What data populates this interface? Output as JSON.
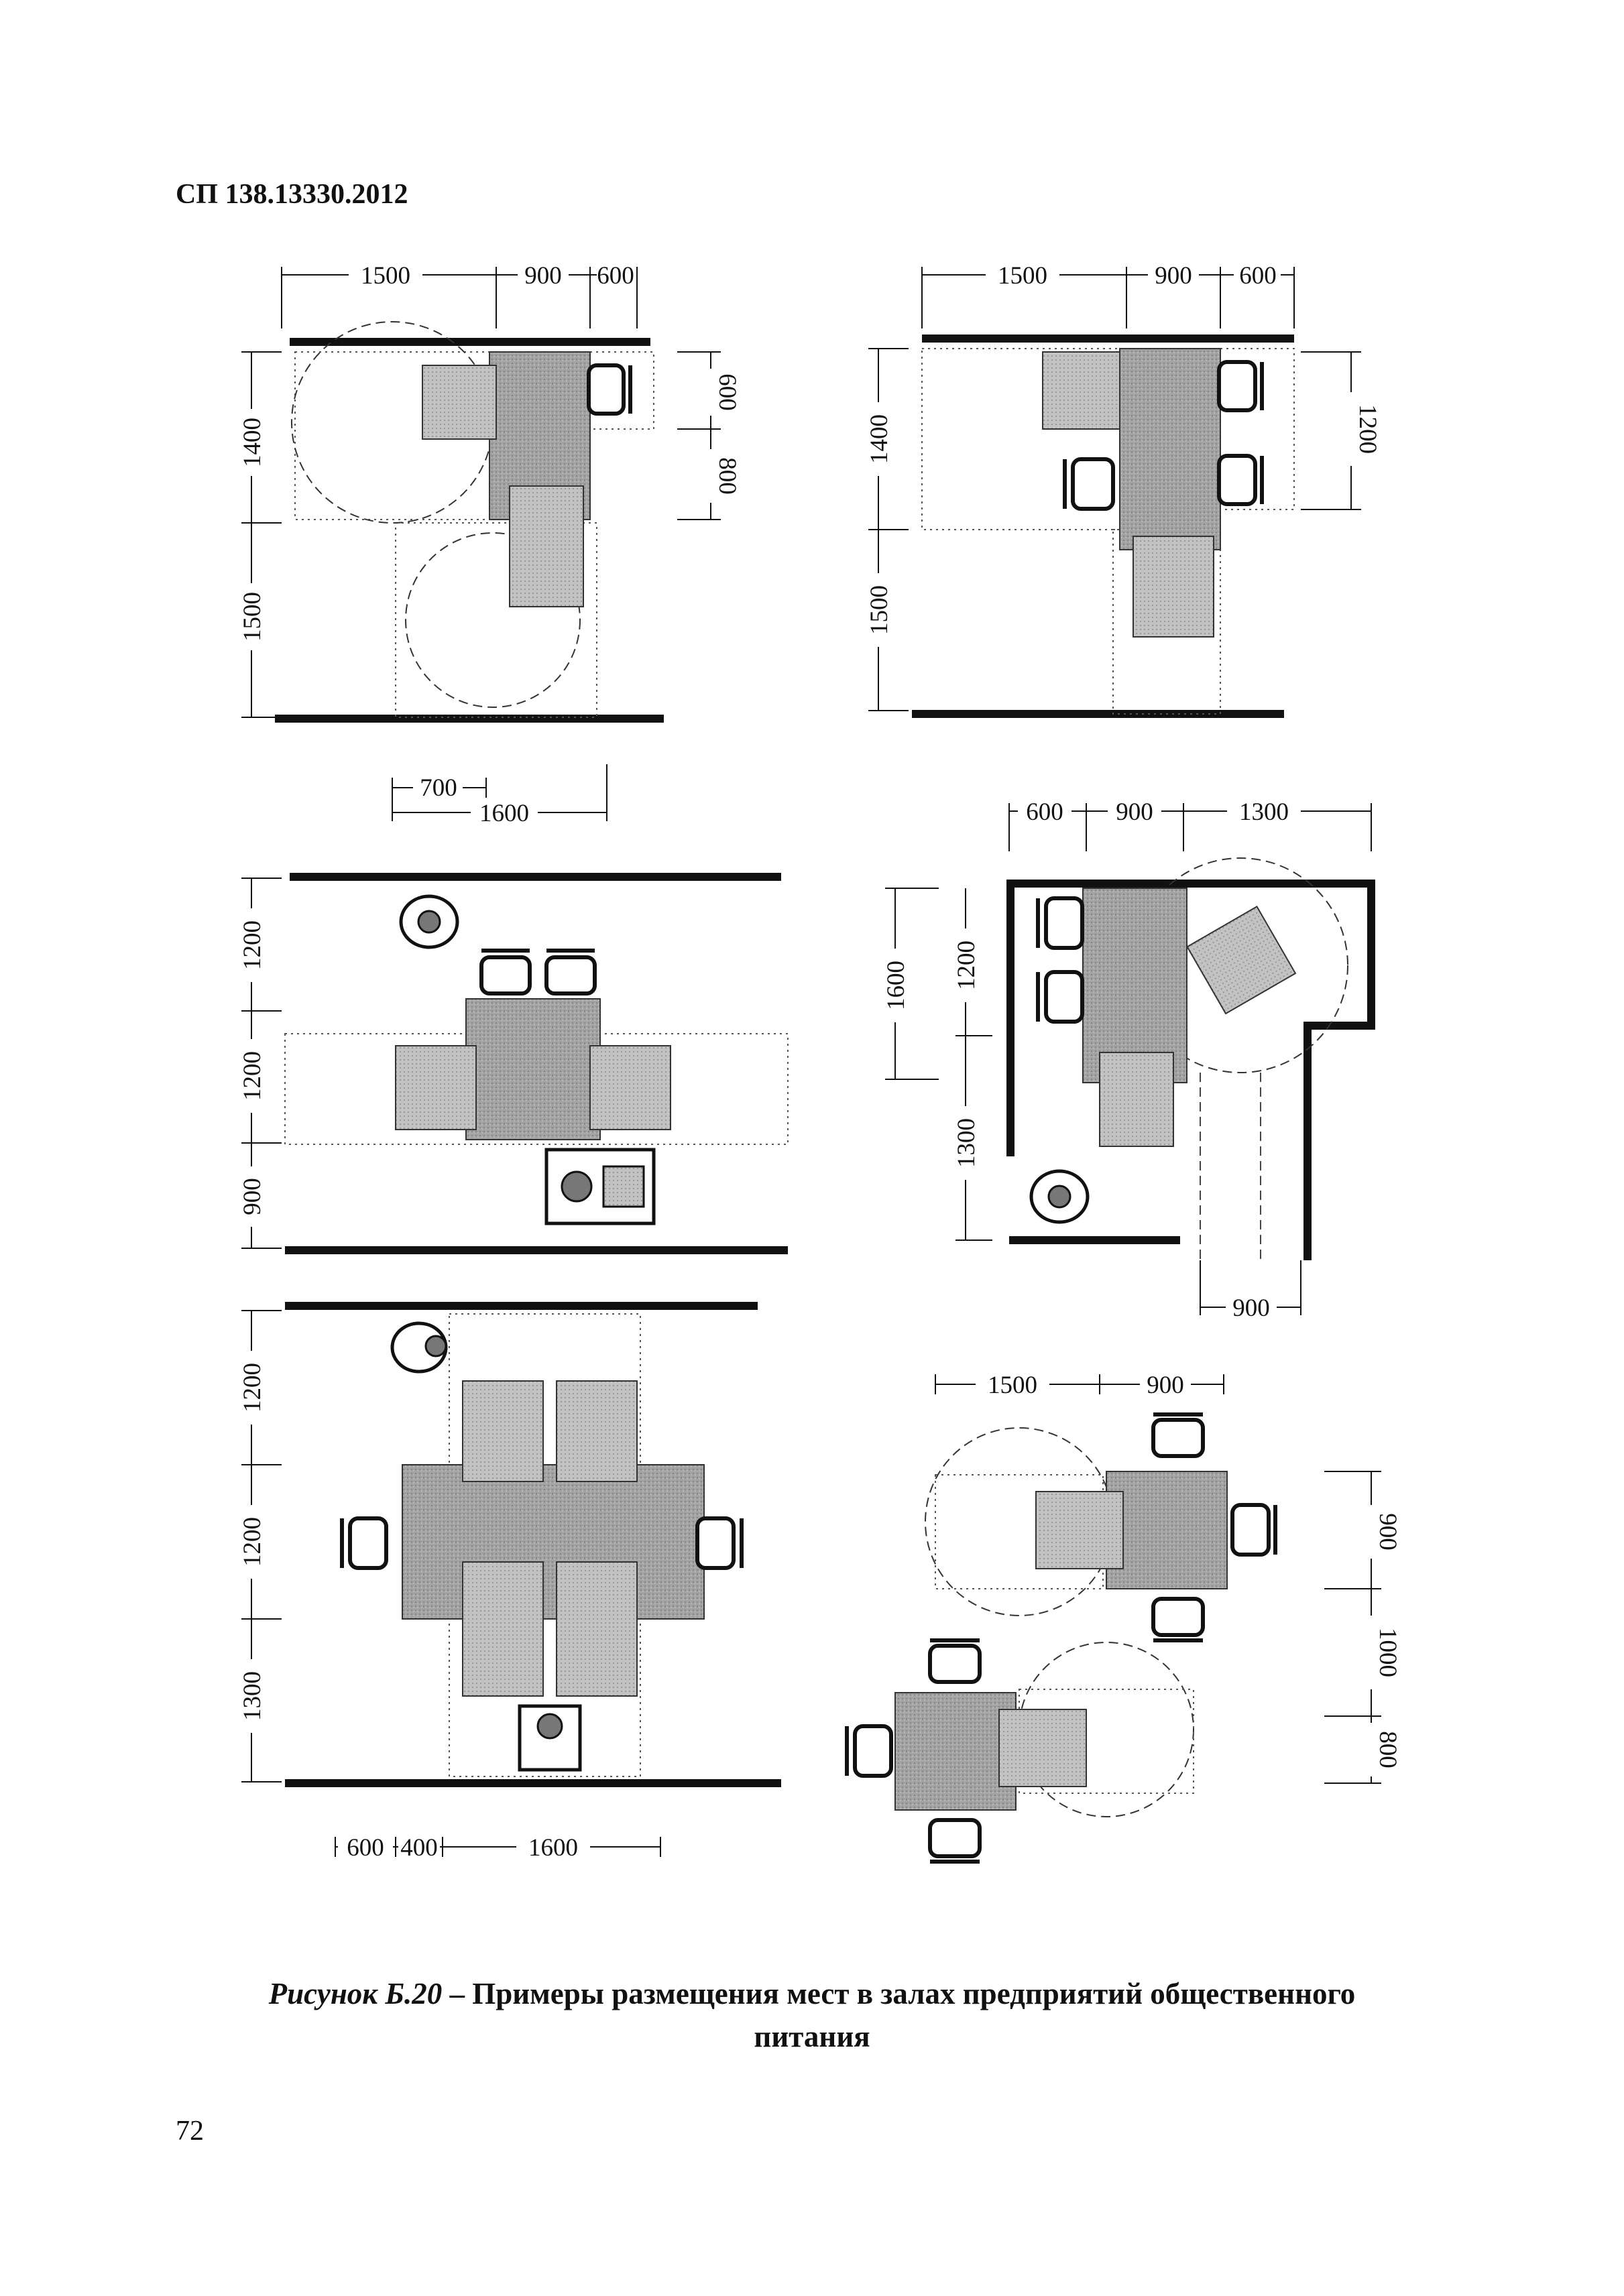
{
  "header": {
    "code": "СП 138.13330.2012"
  },
  "caption": {
    "label": "Рисунок Б.20",
    "dash": " – ",
    "text": "Примеры размещения мест в залах предприятий общественного",
    "text2": "питания"
  },
  "page_number": "72",
  "dimensions": {
    "p1_top": [
      "1500",
      "900",
      "600"
    ],
    "p1_left": [
      "1400",
      "1500"
    ],
    "p1_right": [
      "600",
      "800"
    ],
    "p1_bottom": [
      "700",
      "1600"
    ],
    "p2_top": [
      "1500",
      "900",
      "600"
    ],
    "p2_left": [
      "1400",
      "1500"
    ],
    "p2_right": [
      "1200"
    ],
    "p3_left": [
      "1200",
      "1200",
      "900"
    ],
    "p4_top": [
      "600",
      "900",
      "1300"
    ],
    "p4_left": [
      "1600",
      "1200",
      "1300"
    ],
    "p4_bottom": [
      "900"
    ],
    "p5_left": [
      "1200",
      "1200",
      "1300"
    ],
    "p5_bottom": [
      "600",
      "400",
      "1600"
    ],
    "p6_top": [
      "1500",
      "900"
    ],
    "p6_right": [
      "900",
      "1000",
      "800"
    ]
  },
  "colors": {
    "line": "#111111",
    "table_fill": "#9a9a9a",
    "chair_fill": "#bdbdbd"
  }
}
